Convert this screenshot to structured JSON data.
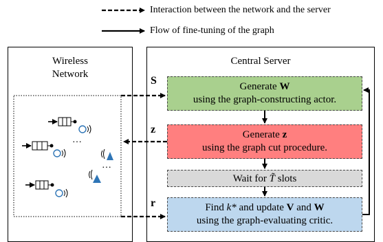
{
  "legend": {
    "dashed_label": "Interaction between the network and the server",
    "solid_label": "Flow of fine-tuning of the graph"
  },
  "network": {
    "title_line1": "Wireless",
    "title_line2": "Network",
    "ellipsis": "…"
  },
  "server": {
    "title": "Central Server",
    "steps": [
      {
        "line1_prefix": "Generate ",
        "line1_bold": "W",
        "line2": "using the graph-constructing actor.",
        "color": "#a9d08e"
      },
      {
        "line1_prefix": "Generate ",
        "line1_bold": "z",
        "line2": "using the graph cut procedure.",
        "color": "#ff7f7f"
      },
      {
        "line1_prefix": "Wait for ",
        "line1_math": "T̃",
        "line1_suffix": " slots",
        "color": "#d9d9d9"
      },
      {
        "line1_prefix": "Find ",
        "line1_math": "k*",
        "line1_mid": " and update ",
        "line1_bold1": "V",
        "line1_and": " and ",
        "line1_bold2": "W",
        "line2": "using the graph-evaluating critic.",
        "color": "#bdd7ee"
      }
    ]
  },
  "signals": {
    "s": "S",
    "z": "z",
    "r": "r"
  }
}
